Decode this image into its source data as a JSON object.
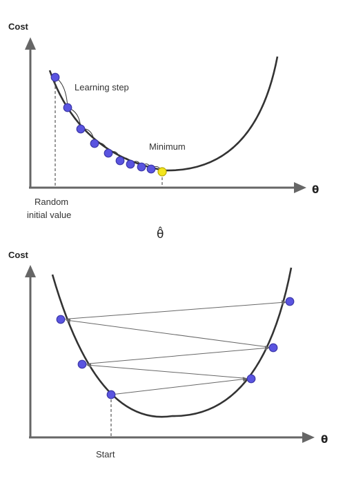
{
  "panels": {
    "top": {
      "y_axis_label": "Cost",
      "x_axis_label": "θ",
      "annotation_step": "Learning step",
      "annotation_minimum": "Minimum",
      "annotation_start_line1": "Random",
      "annotation_start_line2": "initial value",
      "theta_hat_label": "θ̂",
      "point_count": 9,
      "point_color": "#5a54e0",
      "minimum_color": "#f3e51e"
    },
    "bottom": {
      "y_axis_label": "Cost",
      "x_axis_label": "θ",
      "annotation_start": "Start",
      "point_count": 6,
      "point_color": "#5a54e0"
    }
  }
}
